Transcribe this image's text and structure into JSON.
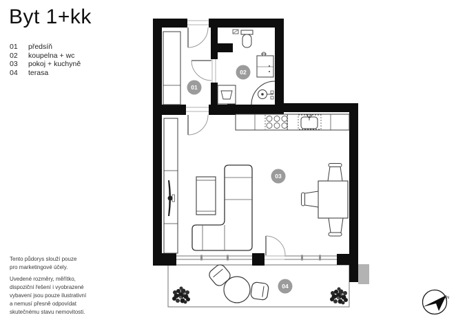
{
  "title": "Byt 1+kk",
  "legend": {
    "items": [
      {
        "num": "01",
        "label": "předsíň"
      },
      {
        "num": "02",
        "label": "koupelna + wc"
      },
      {
        "num": "03",
        "label": "pokoj + kuchyně"
      },
      {
        "num": "04",
        "label": "terasa"
      }
    ]
  },
  "disclaimer": {
    "p1": "Tento půdorys slouží pouze\npro marketingové účely.",
    "p2": "Uvedené rozměry, měřítko,\ndispoziční řešení i vyobrazené\nvybavení jsou pouze ilustrativní\na nemusí přesně odpovídat\nskutečnému stavu nemovitosti."
  },
  "plan": {
    "badges": {
      "hall": "01",
      "bathroom": "02",
      "living": "03",
      "terrace": "04"
    },
    "compass": {
      "icon": "north-arrow",
      "label": "N"
    },
    "colors": {
      "wall": "#0e0e0e",
      "badge": "#9b9b9b",
      "furniture_line": "#3c3c3c",
      "window_line": "#8f8f8f"
    }
  }
}
